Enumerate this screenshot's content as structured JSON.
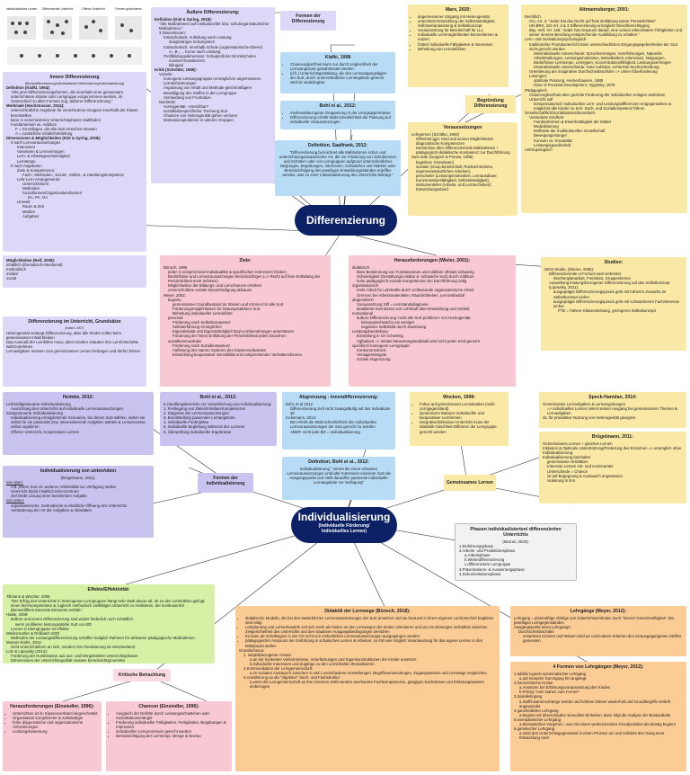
{
  "central1": {
    "title": "Differenzierung"
  },
  "central2": {
    "title": "Individualisierung",
    "sub1": "(Individuelle Förderung/",
    "sub2": "Individuelles Lernen)"
  },
  "thumbs": {
    "labels": [
      "Individualisiertes Lernen",
      "Differenzierter Unterricht",
      "Offener Unterricht",
      "Formen gebundenes"
    ]
  },
  "topics": {
    "formen_diff": "Formen der Differenzierung",
    "begruendung": "Begründung Differenzierung",
    "formen_ind": "Formen der Individualisierung",
    "gemeinsames": "Gemeinsames Lernen",
    "kritische": "Kritische Betrachtung"
  },
  "innere": {
    "title": "Innere Differenzierung",
    "subtitle": "(Binnendifferenzierung/Individualisierte Differenzierung/Individualisierung)",
    "lines": [
      "Definition (Klafki, 1994):",
      "\"Alle jene Differenzierungsformen, die innerhalb einer gemeinsam unterrichteten Klasse oder Lerngruppe vorgenommen werden, im Unterschied zu allen Formen sog. äußerer Differenzierung.\"",
      "Merkmale (Hochstrasser, 2014):",
      "unterschiedliche Angebote für verschiedene Gruppen innerhalb der Klasse bereitstellen",
      "kann in verschiedenen Unterrichtsphasen stattfinden",
      "Fundamentum vs. Additum",
      "F = Grundlagen, die alle SuS erreichen müssen",
      "A = zusätzliche Inhalte/Vertiefung",
      "Dimensionen & Möglichkeiten (Kiel & Syring, 2018):",
      "0 nach Lernvoraussetzungen",
      "Interessen",
      "Vorwissen & Lernvermögen",
      "Lern- & Arbeitsgeschwindigkeit",
      "Lerntempo",
      "0 nach Angeboten",
      "Ziele & Kompetenzen:",
      "Fach-, Methoden-, Sozial-, Selbst-, & Handlungskompetenz",
      "Lehr-Lern-Arrangements:",
      "Unterrichtsform",
      "Methoden",
      "Sozialformen/Organisationsformen",
      "EA, PA, GA",
      "Umwelt",
      "Raum & Zeit",
      "Medien",
      "Aufgaben"
    ]
  },
  "moeglichkeiten": {
    "title": "Möglichkeiten (Reif, 2008):",
    "lines": [
      "inhaltlich (thematisch-intentional)",
      "methodisch",
      "medial",
      "sozial"
    ]
  },
  "grundsaetze": {
    "title": "Differenzierung im Unterricht, Grundsätze",
    "subtitle": "(Kaiser, 2007)",
    "lines": [
      "Heterogenität verlangt Differenzierung, aber alle Kinder sollen beim gemeinsamen Inhalt bleiben",
      "Das Ausmaß der Lernhilfen muss, allen Kindern erlauben ihre Lernfortschritte wahrzunehmen",
      "Lernaufgaben müssen zum gemeinsamen Lernen beitragen und dürfen führen"
    ]
  },
  "aeussere": {
    "title": "Äußere Differenzierung:",
    "lines": [
      "Definition (Kiel & Syring, 2018):",
      "\"Alle Maßnahmen auf institutioneller bzw. schulorganisatorischer Maßnahmen.\"",
      "3 Dimensionen:",
      "Intraschulisch: Aufteilung nach Leistung",
      "dreigliedriges Schulsystem",
      "Intraschulisch: Innerhalb Schule (organisatorische Ebene)",
      "A-, B-, ... Kurse nach Leistung",
      "Profilbildungsdimension: Schulprofil der Einzelschulen",
      "musisch-künstlerisch",
      "bilingual",
      "Kritik (Schröder, 1995):",
      "Vorteile:",
      "homogene Leistungsgruppen ermöglichen angemessene Lernanforderungen",
      "Anpassung von Inhalt und Methode gleichmäßigere Bewältigung des Stoffes in der Lerngruppe",
      "Vermeidung von Frustration",
      "Nachteile:",
      "Homogenität - erreichbar?",
      "sozialkulturspezifische Trennung SuS",
      "Chancen von Heterogenität gehen verloren",
      "Motivationsprobleme in unteren Gruppen"
    ]
  },
  "klafki": {
    "title": "Klafki, 1998",
    "lines": [
      "Chancengleichheit kann nur durch Ungleichheit der Lerneangebote gewährleistet werden",
      "(d.h.) Unterrichtsgestaltung, die den Lernausgangslagen der SuS, durch unterschiedliche Lernangebote gerecht wird ist unabdingbar"
    ]
  },
  "bohl2": {
    "title": "Bohl et al., 2012:",
    "lines": [
      "merkmalsbezogene Gruppierung in der Lerngruppe/Klasse",
      "Differenzierung erhöht Wahrscheinlichkeit der Passung auf individuelle Voraussetzungen"
    ]
  },
  "saalfrank": {
    "title": "Definition, Saalfrank, 2012:",
    "text": "\"Differenzierung bezeichnet alle Maßnahmen schul- und unterrichtsorganisatorischer Art, die zur Förderung von Schülerinnen und Schülern oder von Lerngruppen aufgrund unterschiedlicher Neigungen, Begabungen, Interessen, Schwächen und Stärken oder Berücksichtigung des jeweiligen Entwicklungsstandes ergriffen werden, was zu einer Individualisierung des Unterrichts beiträgt.\""
  },
  "marx": {
    "title": "Marx, 2020:",
    "lines": [
      "angemessener Umgang mit Heterogenität",
      "unterstützt Entwicklung der Selbstständigkeit, Selbstverantwortung & Selbstkonzept",
      "Voraussetzung für Bereitschaft für LLL",
      "Individuelle Lernmöglichkeiten kennenlernen & nutzen",
      "fördert individuelle Fähigkeiten & Interessen",
      "Behebung von Lerndefiziten"
    ]
  },
  "altmann": {
    "title": "Altmannsberger, 2001:",
    "lines": [
      "Rechtlich:",
      "GG, Art. 2: \"Jeder hat das Recht auf freie Entfaltung seiner Persönlichkeit\"",
      "UN-BRK, GG Art. 2 & 3 Differenzierung ermöglicht Gleichberechtigung",
      "Bay. Verf. Art. 128: \"Jeder hat Anspruch darauf, eine seinen erkennbaren Fähigkeiten und seiner inneren Berufung entsprechende Ausbildung zu erhalten.\"",
      "Lern- und motivationspsychologisch:",
      "traditioneller Frontalunterricht kann unterschiedlichen Eingangsgegebenheiten der SuS nicht gerecht werden",
      "interindividuelle Unterschiede: Sprachvermögen, Vorerfahrungen, Naturelle Arbeitshaltungen, Leistungsmotivation, Belastbarkeit, Interessen, Neigungen, Bedürfnisse Lerntempo, Lerntypen, Konzentrationsfähigkeit, Leistungsvermögen",
      "intraindividuelle Unterschiede: Gute Aufsätze, schlechte Rechtschreibung",
      "Orientierung am imaginären Durchschnittsschüler => Unter-/Überforderung",
      "Lösungen:",
      "optimale Passung, Heckenhausen, 1989",
      "Zone of Proximal Development, Vygotsky, 1978",
      "Pädagogisch",
      "Chancengleichheit aber gezielte Förderung der individuellen Anlagen anstreben",
      "Unterricht soll",
      "kompensatorisch individuellen Lern- und Leistungsdifferenzen entgegenwirken &",
      "möglichst alle Kinder zu Sch- Sach- und Sozialkompetenz führen",
      "Gesellschaftlich/Sozialisationstheoretisch",
      "Veränderte Kindheit:",
      "Familienformen & Erwerbstätigkeit der Mütter",
      "Medialisierung",
      "Einflüsse der multikulturellen Gesellschaft",
      "Bewegungsmangel",
      "Konsum vs. Kreativität",
      "Leistungsgesellschaft",
      "Anthropologisch"
    ]
  },
  "voraussetzungen": {
    "title": "Voraussetzungen",
    "lines": [
      "Lehrperson (Schittko, 1984)",
      "Offenheit ggü. Kind und seinen Möglichkeiten",
      "diagnostische Kompetenzen",
      "Kenntnisse über differenzierende Maßnahmen + pädagogisch-didaktische Kompetenz zur Durchführung",
      "SuS seite (Geppert & Preuss, 1980)",
      "kognitiver (Vorwissen)",
      "sozialer (Koop.bereitschaft, Rücksichtnahme, eigenverantwortliches Arbeiten),",
      "personaler (Leistungsmotivation, Lernausdauer, Konzentrationsfähigkeit, Selbstständigkeit),",
      "instrumenteller (Arbeits- und Lerntechniken) Entwicklungsstand"
    ]
  },
  "ziele": {
    "title": "Ziele:",
    "lines": [
      "Bönsch, 1995",
      "jeden S entsprechend Individualität & spezifischen Interessen fördern",
      "Bedürfnisse und Lernvoraussetzungen berücksichtigen (=> Recht auf freie Entfaltung der Persönlichkeit ernst nehmen)",
      "Möglichkeiten der Bildungs- und Lernchancen erhöhen",
      "unverschuldete soziale Benachteiligung abbauen",
      "Meyer, 2002:",
      "kognitiv",
      "gemeinsamer Grundbestand an Wissen und Können für alle SuS",
      "Förderungsmöglichkeiten für leistungsstärkere SuS",
      "Behebung individueller Lerndefizite",
      "personal",
      "Förderung nach Selbstkompetenz",
      "Selbsterfahrung ermöglichen",
      "Eigenaktivität und Eigenständigkeit bzgl Lernbemühungen unterstützen",
      "Förderung der freien Entfaltung der Persönlichkeit jedes Einzelnen",
      "sozialkommunikativ",
      "Förderung nach Sozialkompetenz",
      "Auflösung des starren Systems des Klassenverbandes",
      "Entwicklung kooperativer Sensibilität und entsprechender Verhaltensformen"
    ]
  },
  "herausf_diff": {
    "title": "Herausforderungen (Wieler, 2001):",
    "lines": [
      "didaktisch",
      "klare Bestimmung von Fundamentum und Additum oftmals schwierig",
      "Schwierigkeit (Gestaltung/Leistbar & -schwache SuS) durch Additum",
      "hohe pädagogisch-soziale Kompetenzen bei Durchführung nötig",
      "organisatorisch",
      "mehr Arbeit für Lehrkräfte durch umfassende organisatorische Arbeit",
      "Grenzen bei Arbeitsmaterialien, Räumlichkeiten, Lernzeitbedarf",
      "diagnostisch",
      "Voraussetzung Diff = Lernstandsdiagnose",
      "detaillierte Kenntnisse von Lehrkraft über Entwicklung und Umfeld",
      "motivational",
      "äußere Differenzierung: nicht alle SuS profitieren von Homogenität",
      "leistungsschwache ein weniger",
      "negatives Selbstbild durch Zuweisung",
      "Leistungsbeurteilung",
      "Einstellung in GA schwierig",
      "Vglbarkeit => Intraler Bewertungsmaßstab wird nicht jeden Kind gerecht",
      "spezifisch homogene Lerngruppe:",
      "Konkurrenzdruck",
      "Versagensängste",
      "soziale Abgrenzung"
    ]
  },
  "studien": {
    "title": "Studien:",
    "lines": [
      "DESI-Studie, (Klieme, 2006):",
      "Differenzierende U-Formen weit verbreitet",
      "Wochenplanarbeit, Freiarbeit, Gruppenlernen",
      "Auswirkung leistungsbezogener Differenzierung auf das Selbstkonzept (Lipowsky, 2011):",
      "ausgeprägte Differenzierungspraxis geht mit höheren Zuwachs im Selbstkonzept einher",
      "ausgeprägte Differenzierungspraxis geht mit schwächerem Fachinteresse einher",
      "PTE = höhere Klassenleistung, geringeres Selbstkonzept"
    ]
  },
  "helmke": {
    "title": "Helmke, 2012:",
    "lines": [
      "Lehrkraftgesteuerte Individualisierung",
      "Ausrichtung des Unterrichts auf individuelle Lernvoraussetzungen",
      "SuSgesteuerte Individualisierung",
      "Individualisierung ermöglichende Szenarien, bei denen SuS wählen, indem sie selbst für sie passende bzw. interessierende Aufgaben wählen & Lernprozesse selbst regulieren",
      "Offener Unterricht, Kooperatives Lernen"
    ]
  },
  "bohl_formen": {
    "title": "Bohl et al., 2012:",
    "lines": [
      "6 Handlungsbereiche zur Verwirklichung von Individualisierung:",
      "1. Festlegung von Zielen/Inhalten/Kompetenzen",
      "2. Diagnose der Lernvoraussetzungen",
      "3. Bereitstellung passender Lernangebote",
      "4. individuelle Förderpläne",
      "5. Individuelle Begleitung während des Lernens",
      "6. Überprüfung individueller Ergebnisse"
    ]
  },
  "untenoben": {
    "title": "Individualisierung von unten/oben",
    "subtitle": "(Brügelmann, 2011):",
    "lines": [
      "von oben:",
      "z.B. jedem SuS ein anderes Arbeitsblatt zur Verfügung stellen",
      "Unterricht bleibt inhaltlich lehrerzentriert",
      "Ziel bleibt Lösung einer bestimmten Aufgabe",
      "von unten:",
      "organisatorische, methodische & inhaltliche Öffnung des Unterrichts",
      "Veränderung der Art der Aufgaben & Aktivitäten"
    ]
  },
  "abgrenzung": {
    "title": "Abgrenzung - Innendifferenzierung:",
    "lines": [
      "Bohl, et al 2012:",
      "Differenzierung zielt nicht zwangsläufig auf das Individuum ab",
      "Inckemann, 2014:",
      "BD erhöht die Wahrscheinlichkeit den individuellen Lernvoraussetzungen der SuS gerecht zu werden",
      "ABER: nicht jede BD = Individualisierung"
    ]
  },
  "def_bohl": {
    "title": "Definition, Bohl et al., 2012:",
    "text": "Individualisierung \" nimmt die zuvor erfassten Lernvoraussetzungen und/oder Interessen einzelner SuS als Ausgangspunkt und stellt daraufhin passende individuelle Lernangebote zur Verfügung\""
  },
  "wocken": {
    "title": "Wocken, 1998:",
    "lines": [
      "Fokus auf gemeinsamer Lernsituation (nicht Lerngegenstand)",
      "dynamische Balance individueller und kooperativer Lernformen",
      "integrative/inklusiver Unterricht muss der Dialektik Gleichheit-Differenz der Lerngruppe gerecht werden"
    ]
  },
  "speck": {
    "title": "Speck-Hamdan, 2014:",
    "lines": [
      "Gemeinsame Lernaufgaben & Lernumgebungen",
      "=> individuelles Lernen nimmt seinen Ausgang bei gemeinsamen Themen & Lernaufgaben",
      "GL für produktive Nutzung von Heterogenität geeignet"
    ]
  },
  "bruegel2011": {
    "title": "Brügelmann, 2011:",
    "lines": [
      "Gemeinsames Lernen + gleiches Lernen",
      "Inklusion & Optimale Unterstützung/Förderung des Einzelnen => unmöglich ohne Individualisierung",
      "Individualisierung beinhaltet",
      "gemeinsame Aktivitäten",
      "Interesse Lernen mit- und voneinander",
      "Unterschiede = Chance",
      "ist auf Begegnung & Austausch angewiesen",
      "Isolierung in EAI"
    ]
  },
  "phasen": {
    "title": "Phasen individualisierten/ differenzierten Unterrichts",
    "subtitle": "(Marras, 2020):",
    "lines": [
      "1.Einführungsphase",
      "2.Arbeits- und Produktionsphase",
      "a.Arbeitsphase",
      "b.Weiterdifferenzierung",
      "c.differenzierte Lerngruppe",
      "3.Präsentations- & Auswertungsphase",
      "4.Dokumentationsphase"
    ]
  },
  "effekte": {
    "title": "Effekte/Effektivität:",
    "lines": [
      "Tillmann & Wischer, 2006",
      "\"Der Erfolg des Unterrichts in heterogenen Lerngruppen hängt sehr stark davon ab, ob es den Lehrkräften gelingt, einen fach-kompetenten & zugleich methodisch vielfältigen Unterricht zu realisieren, der kontinuierlich Binnendifferenzierende Elemente enthält.\"",
      "Hattie, 2009:",
      "äußere und innere Differenzierung sind weder förderlich noch schädlich",
      "wenn profitieren leistungsstarke SuS von BD",
      "Lernen in Kleingruppen ist effektiv",
      "Weiferreuther & Roßbach 2002",
      "Methoden der Leistungsdifferenzierung schaffen lediglich Rahmen für wirksame pädagogische Maßnahmen",
      "Munser-Kiefer, 2014:",
      "nicht Unterrichtsform an sich, sondern ihre Realisierung ist entscheidend",
      "Lotz & Lipowsky (2014):",
      "Förderung der Kombination aus aus- und lehrgelenkten Unterrichtsphasen",
      "Dimensionen der Unterrichtsqualität müssen berücksichtigt werden"
    ]
  },
  "didaktik": {
    "title": "Didaktik der Lernwege (Bönsch, 2018):",
    "lines": [
      "didaktische Modelle, die bei den tatsächlichen Lernvoraussetzungen der SuS ansetzen und sie bewusst in ihrem eigenen Lernfortschritt begleiten sind nötig",
      "Lehrplanung und Lehrerhandeln soll sich mehr als bisher an den Lernwegen der Kinder orientieren und um ein stimmiges Verhältnis zwischen Zielgerichtetheit des Unterrichts und den situativen Ausgangsbedingungen bemühen",
      "Es kann ab Schulbeginn in der GS nicht von einheitlichen Lernvoraussetzungen ausgegangen werden",
      "pädagogischer Anspruch der Einführung in schulisches Lernen & Arbeiten: so früh wie möglich Verantwortung für das eigene Lernen in den Mittelpunkt stellen",
      "Grundschema:",
      "1. subjektbezogener Ansatz:",
      "a.an der konkreten Vorkommnisse, Vorerfahrungen und Eigenkonstruktionen der Kinder ansetzen",
      "b.individuelle Interessen und Zugänge zu den Lerninhalten thematisieren",
      "2.Kommunikation der Lerngemeinschaft:",
      "a.im sozialen Austausch zwischen S und L verschiedene Vorstellungen, Begriffsverwendungen, Zugangsweisen und Lernwege vergleichen",
      "3.Annäherung an die \"objektive\" Sach- und Fachstruktur:",
      "a.wenn die Lerngemeinschaft an ihre Grenzen stößt werden anerkannte Fachkompetenzen, gängiges Sachwissen und Erklärungsweisen einbezogen"
    ]
  },
  "lehrgaenge": {
    "title": "Lehrgänge (Meyer, 2012):",
    "lines": [
      "Lehrgang = planmäßige Abfolge von Unterrichtseinheiten nach \"innerer Gesetzmäßigkeit\" des jeweiligen Lerngegenstandes",
      "Ausgangspunkt eines Lehrgangs:",
      "Durchschnittsschüler",
      "erwartetes Können und Wissen wird an curricularen Kriterien des vorausgegangenen Stoffes gemessen"
    ]
  },
  "formen_lehrgang": {
    "title": "4 Formen von Lehrgängen (Meyer, 2012):",
    "lines": [
      "1.additiv logisch-systematischer Lehrgang",
      "a.auf einander Durchgang hin angelegt",
      "2.konzentrische Kreise",
      "a.Ansetzen bei Erfahrungsvoraussetzung des Kindes",
      "b.Prinzip \"vom Nahen zum Fernen\"",
      "3.Spirallehrgang",
      "a.Stoffzusammenhänge werden auf höherer Ebene wiederholt und Grundbegriffe vertieft angewendet",
      "4.ganzheitlicher Lehrgang",
      "a.beginnt mit überschauber sinnvollen Einheiten, dann folgt die Analyse der Bestandteile",
      "5.exemplarischer Lehrgang",
      "a.thematisches Vorgehen - aus mit einem weitreichenden Grundproblem als Einstig beginnt",
      "6.genetischer Lehrgang",
      "a.setzt den Unterrichtsgegenstand in einen Prozess um und vollzieht den Gang einer Entwicklung nach"
    ]
  },
  "herausf_ind": {
    "title": "Herausforderungen (Einsiedler, 1996):",
    "lines": [
      "Unterrichten ist im Klassenverband eingeschränkt",
      "Organisation komplizierter & aufwändiger",
      "hohe diagnostische und organisatorische Anforderungen",
      "Leistungsbewertung"
    ]
  },
  "chancen": {
    "title": "Chancen (Einsiedler, 1996):",
    "lines": [
      "Ausgleich der Defizite durch Leistungsschwächen oder Sozialisationsmängel",
      "Förderung individueller Fähigkeiten, Fertigkeiten, Begabungen & Interessen",
      "individuellen Lernprozessen gerecht werden",
      "Berücksichtigung der Lerntempi, Menge & Niveau"
    ]
  }
}
